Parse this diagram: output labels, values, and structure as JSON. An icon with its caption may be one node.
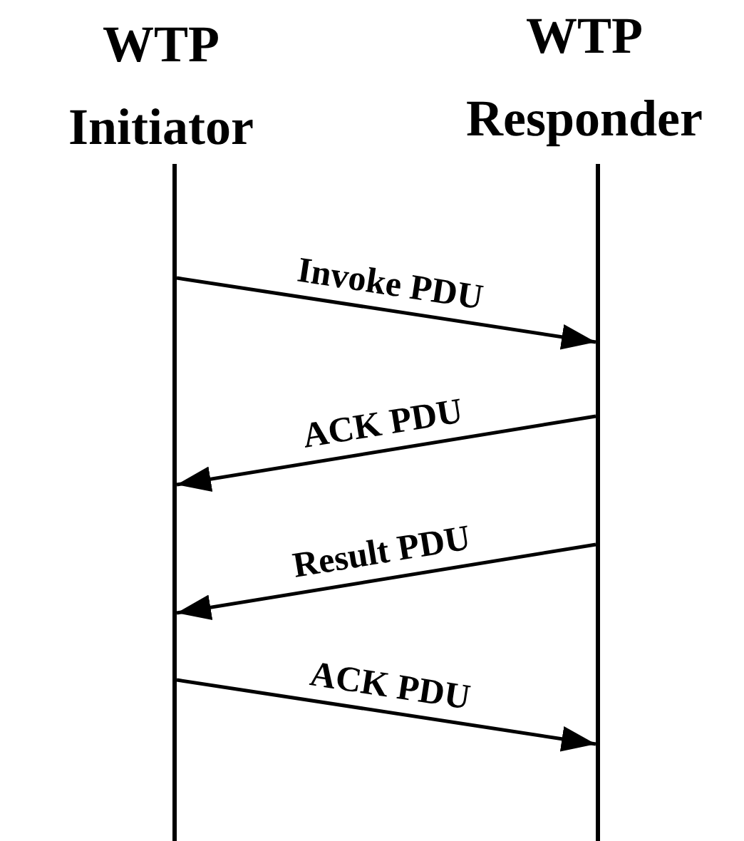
{
  "diagram": {
    "nodes": [
      {
        "text": [
          "WTP Initiator"
        ]
      },
      {
        "text": [
          "WTP Responder"
        ]
      },
      {
        "text": [],
        "shape": "bar"
      },
      {
        "text": [],
        "shape": "bar"
      }
    ],
    "edges": [
      {
        "from": 2,
        "to": 3,
        "arrow": "to",
        "label": "Invoke PDU"
      },
      {
        "from": 3,
        "to": 2,
        "arrow": "to",
        "label": "ACK PDU"
      },
      {
        "from": 3,
        "to": 2,
        "arrow": "to",
        "label": "Result PDU"
      },
      {
        "from": 2,
        "to": 3,
        "arrow": "to",
        "label": "ACK PDU"
      }
    ]
  }
}
